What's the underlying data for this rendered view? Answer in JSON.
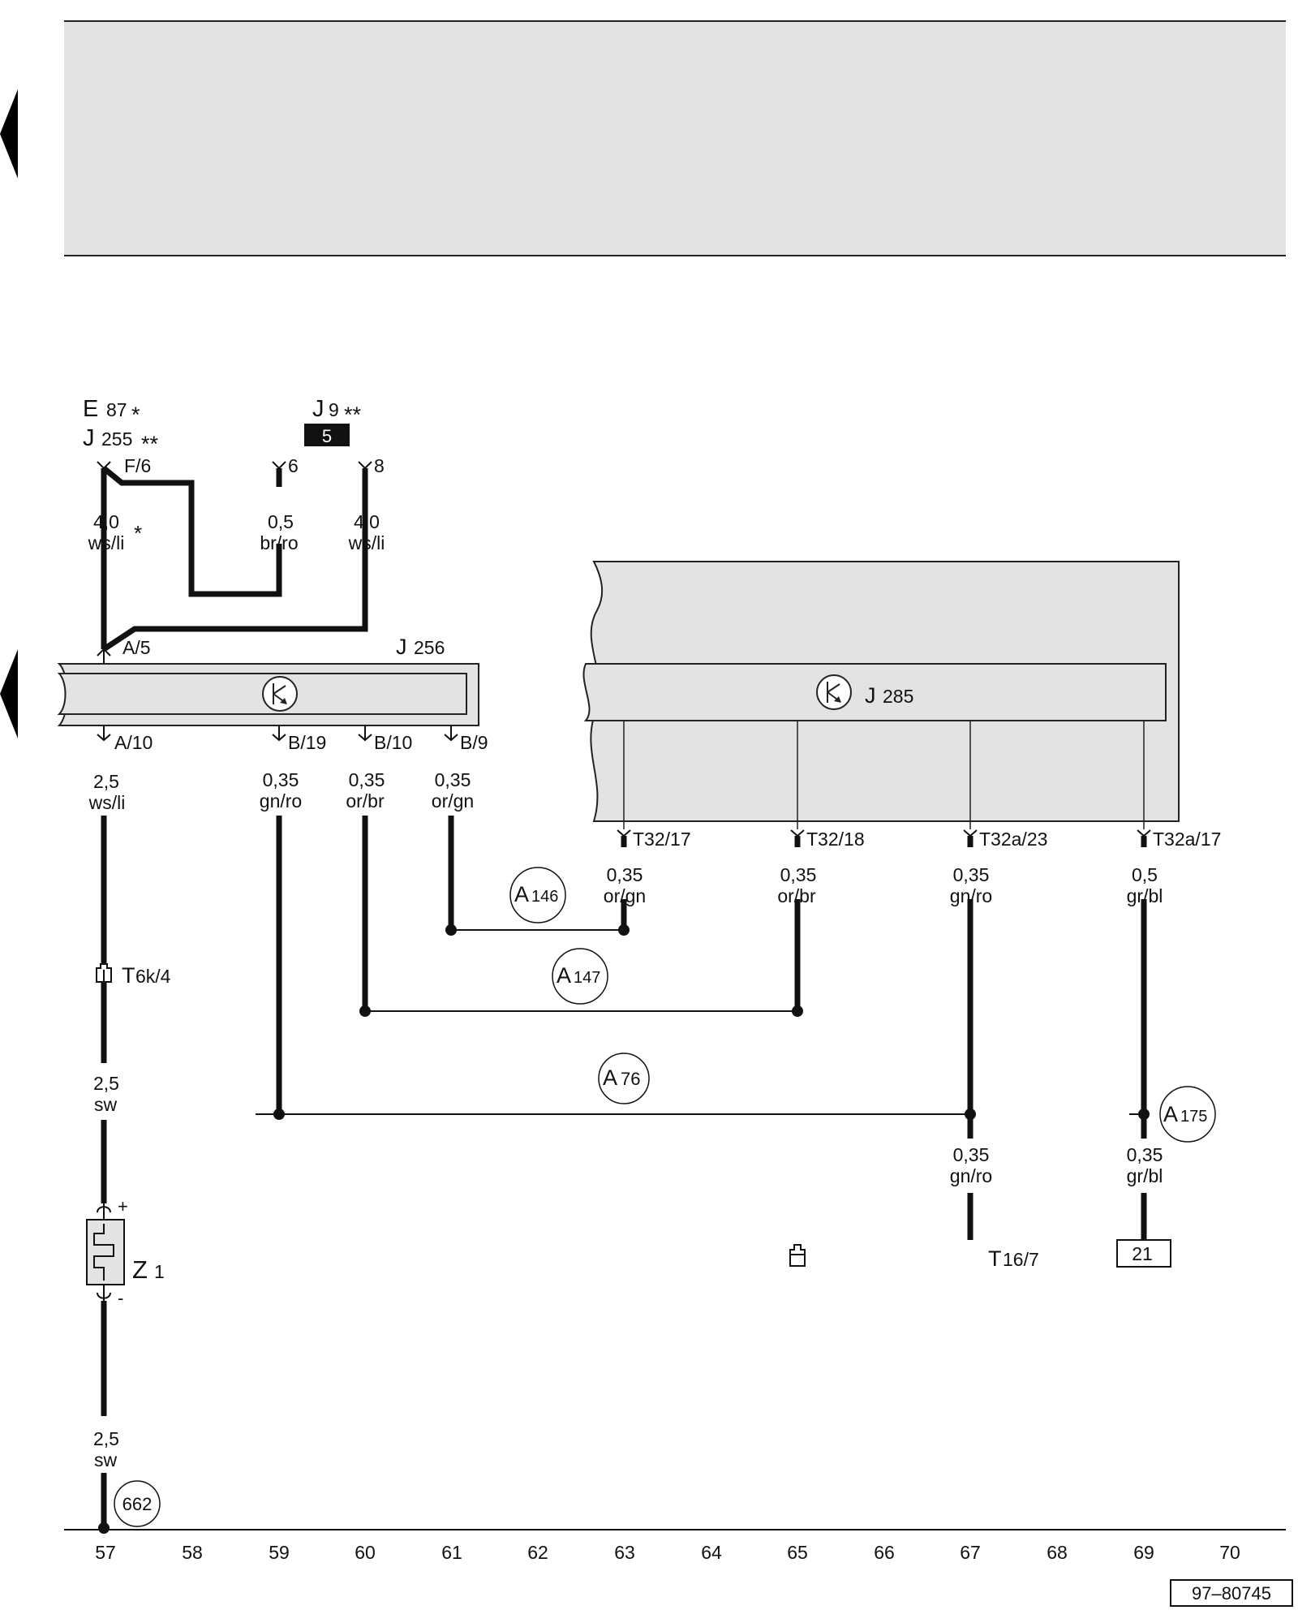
{
  "components": {
    "e87": {
      "code": "E",
      "number": "87",
      "mark": "*"
    },
    "j255": {
      "code": "J",
      "number": "255",
      "mark": "**"
    },
    "j9": {
      "code": "J",
      "number": "9",
      "mark": "**",
      "badge": "5"
    },
    "j256": {
      "code": "J",
      "number": "256"
    },
    "j285": {
      "code": "J",
      "number": "285"
    },
    "z1": {
      "code": "Z",
      "number": "1",
      "plus": "+",
      "minus": "-"
    }
  },
  "pins": {
    "f6": "F/6",
    "p6": "6",
    "p8": "8",
    "a5": "A/5",
    "a10": "A/10",
    "b19": "B/19",
    "b10": "B/10",
    "b9": "B/9",
    "t32_17": "T32/17",
    "t32_18": "T32/18",
    "t32a_23": "T32a/23",
    "t32a_17": "T32a/17"
  },
  "connectors": {
    "t6k4": {
      "code": "T",
      "sub": "6k/4"
    },
    "t16_7": {
      "code": "T",
      "sub": "16/7"
    }
  },
  "wires": [
    {
      "size": "4,0",
      "color": "ws/li",
      "mark": "*"
    },
    {
      "size": "0,5",
      "color": "br/ro"
    },
    {
      "size": "4,0",
      "color": "ws/li"
    },
    {
      "size": "2,5",
      "color": "ws/li"
    },
    {
      "size": "0,35",
      "color": "gn/ro"
    },
    {
      "size": "0,35",
      "color": "or/br"
    },
    {
      "size": "0,35",
      "color": "or/gn"
    },
    {
      "size": "0,35",
      "color": "or/gn"
    },
    {
      "size": "0,35",
      "color": "or/br"
    },
    {
      "size": "0,35",
      "color": "gn/ro"
    },
    {
      "size": "0,5",
      "color": "gr/bl"
    },
    {
      "size": "2,5",
      "color": "sw"
    },
    {
      "size": "0,35",
      "color": "gn/ro"
    },
    {
      "size": "0,35",
      "color": "gr/bl"
    },
    {
      "size": "2,5",
      "color": "sw"
    }
  ],
  "splices": {
    "a146": {
      "code": "A",
      "number": "146"
    },
    "a147": {
      "code": "A",
      "number": "147"
    },
    "a76": {
      "code": "A",
      "number": "76"
    },
    "a175": {
      "code": "A",
      "number": "175"
    }
  },
  "ground": "662",
  "reference_box": "21",
  "track_numbers": [
    "57",
    "58",
    "59",
    "60",
    "61",
    "62",
    "63",
    "64",
    "65",
    "66",
    "67",
    "68",
    "69",
    "70"
  ],
  "drawing_id": "97–80745"
}
